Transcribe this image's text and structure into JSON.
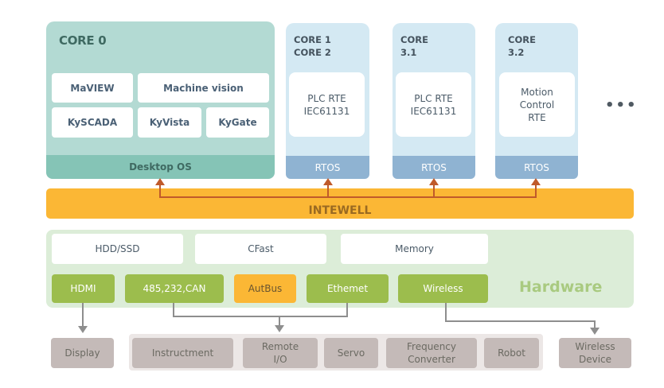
{
  "core0": {
    "title": "CORE 0",
    "apps": [
      "MaVIEW",
      "Machine vision",
      "KySCADA",
      "KyVista",
      "KyGate"
    ],
    "os": "Desktop OS"
  },
  "cores": [
    {
      "title_line1": "CORE 1",
      "title_line2": "CORE 2",
      "rte_lines": [
        "PLC RTE",
        "IEC61131",
        ""
      ],
      "os": "RTOS"
    },
    {
      "title_line1": "CORE",
      "title_line2": "3.1",
      "rte_lines": [
        "PLC RTE",
        "IEC61131",
        ""
      ],
      "os": "RTOS"
    },
    {
      "title_line1": "CORE",
      "title_line2": "3.2",
      "rte_lines": [
        "Motion",
        "Control",
        "RTE"
      ],
      "os": "RTOS"
    }
  ],
  "ellipsis": "•••",
  "middleware": {
    "label": "INTEWELL"
  },
  "hardware": {
    "label": "Hardware",
    "storage": [
      "HDD/SSD",
      "CFast",
      "Memory"
    ],
    "interfaces": [
      "HDMI",
      "485,232,CAN",
      "AutBus",
      "Ethemet",
      "Wireless"
    ]
  },
  "devices": {
    "display": "Display",
    "group": [
      {
        "line1": "Instructment",
        "line2": ""
      },
      {
        "line1": "Remote",
        "line2": "I/O"
      },
      {
        "line1": "Servo",
        "line2": ""
      },
      {
        "line1": "Frequency",
        "line2": "Converter"
      },
      {
        "line1": "Robot",
        "line2": ""
      }
    ],
    "wireless": {
      "line1": "Wireless",
      "line2": "Device"
    }
  },
  "colors": {
    "core0_bg": "#b3dad3",
    "desktop_os": "#85c4b6",
    "core_bg": "#d4e9f3",
    "rtos": "#8fb3d2",
    "intewell": "#fbb735",
    "arrow_orange": "#c05a2a",
    "hardware_bg": "#dcedd8",
    "interface_green": "#9cbd4d",
    "device_gray": "#c4bab8",
    "connector_gray": "#8e8e8e"
  }
}
